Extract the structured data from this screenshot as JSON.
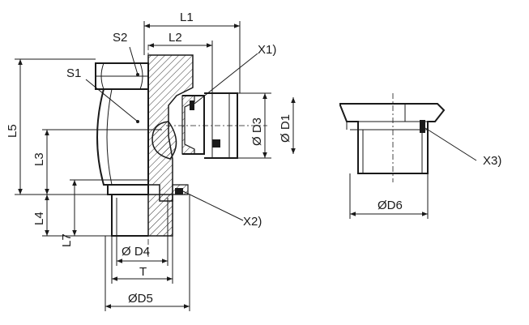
{
  "drawing": {
    "labels": {
      "L1": "L1",
      "L2": "L2",
      "S2": "S2",
      "S1": "S1",
      "X1": "X1)",
      "D3": "Ø D3",
      "D1": "Ø D1",
      "L5": "L5",
      "L3": "L3",
      "L4": "L4",
      "L7": "L7",
      "X2": "X2)",
      "D4": "Ø D4",
      "T": "T",
      "D5": "ØD5",
      "X3": "X3)",
      "D6": "ØD6"
    }
  }
}
